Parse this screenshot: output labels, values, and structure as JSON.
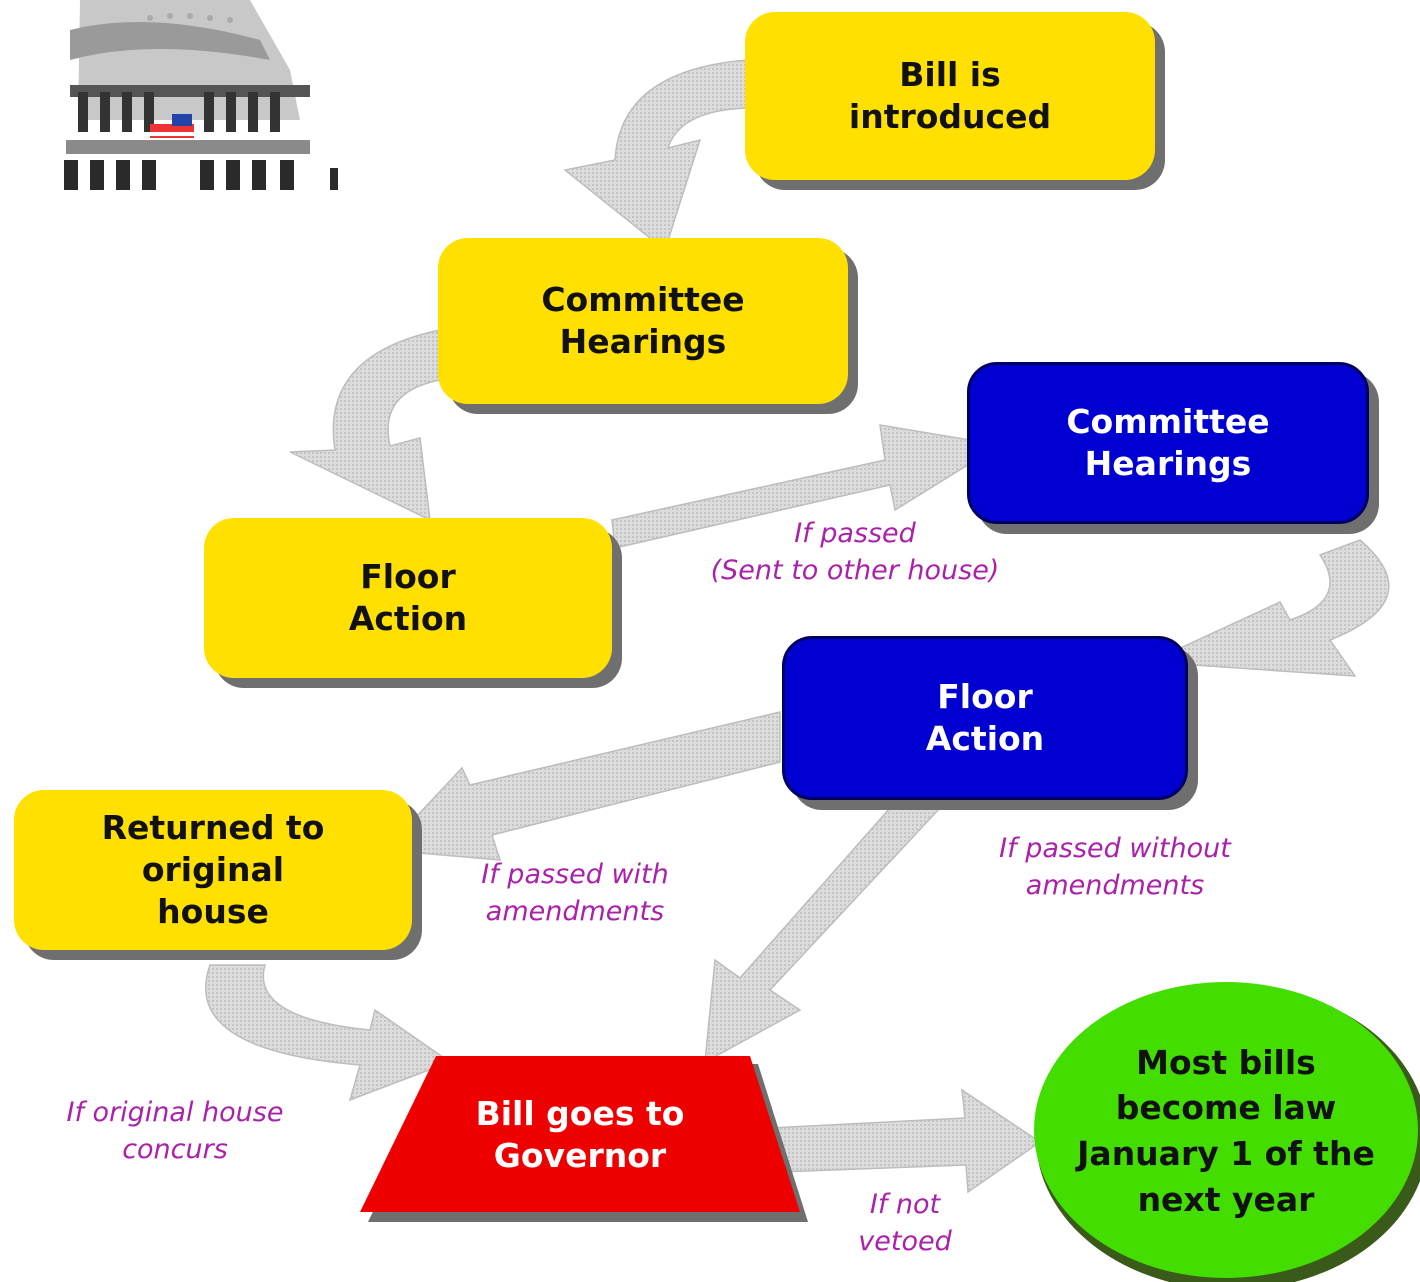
{
  "colors": {
    "house_one_box": "#ffe000",
    "house_two_box": "#0000d0",
    "governor_box": "#ee0000",
    "law_circle": "#44dd00",
    "condition_text": "#aa22aa",
    "arrow_fill": "#dcdcdc"
  },
  "logo": {
    "icon": "capitol-dome-icon"
  },
  "nodes": {
    "bill_introduced": "Bill is\nintroduced",
    "committee_1": "Committee\nHearings",
    "floor_1": "Floor\nAction",
    "committee_2": "Committee\nHearings",
    "floor_2": "Floor\nAction",
    "returned": "Returned to\noriginal\nhouse",
    "governor": "Bill goes to\nGovernor",
    "law": "Most bills\nbecome law\nJanuary  1  of the\nnext year"
  },
  "conditions": {
    "passed_sent": "If passed\n(Sent to other house)",
    "passed_with_amendments": "If passed with\namendments",
    "passed_without_amendments": "If passed without\namendments",
    "original_concurs": "If original house\nconcurs",
    "not_vetoed": "If not\nvetoed"
  }
}
